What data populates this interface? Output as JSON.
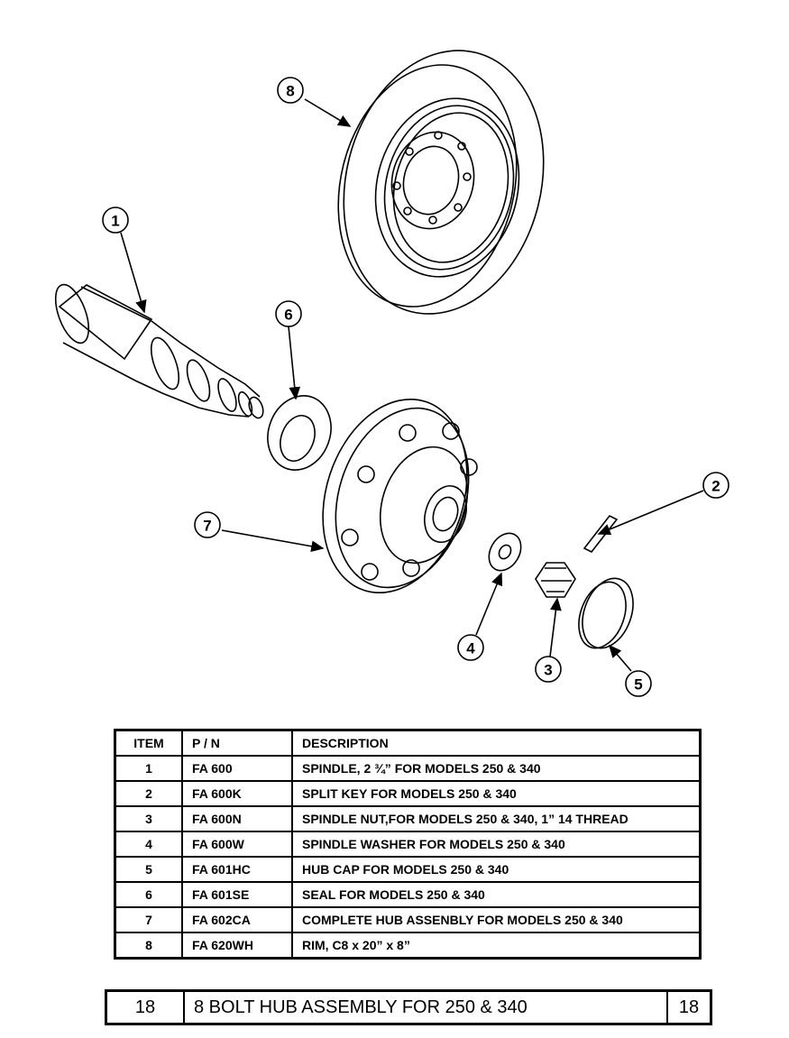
{
  "callouts": [
    "1",
    "2",
    "3",
    "4",
    "5",
    "6",
    "7",
    "8"
  ],
  "table": {
    "headers": [
      "ITEM",
      "P / N",
      "DESCRIPTION"
    ],
    "rows": [
      [
        "1",
        "FA 600",
        "SPINDLE, 2 ¾” FOR MODELS 250 & 340"
      ],
      [
        "2",
        "FA 600K",
        "SPLIT KEY FOR MODELS 250 & 340"
      ],
      [
        "3",
        "FA 600N",
        "SPINDLE NUT,FOR MODELS 250 & 340, 1” 14 THREAD"
      ],
      [
        "4",
        "FA 600W",
        "SPINDLE WASHER FOR MODELS 250 & 340"
      ],
      [
        "5",
        "FA 601HC",
        "HUB CAP FOR MODELS 250 & 340"
      ],
      [
        "6",
        "FA 601SE",
        "SEAL FOR MODELS 250 & 340"
      ],
      [
        "7",
        "FA 602CA",
        "COMPLETE HUB ASSENBLY FOR MODELS 250 & 340"
      ],
      [
        "8",
        "FA 620WH",
        "RIM, C8 x 20” x 8”"
      ]
    ]
  },
  "footer": {
    "page_left": "18",
    "title": "8 BOLT HUB ASSEMBLY FOR 250 & 340",
    "page_right": "18"
  }
}
